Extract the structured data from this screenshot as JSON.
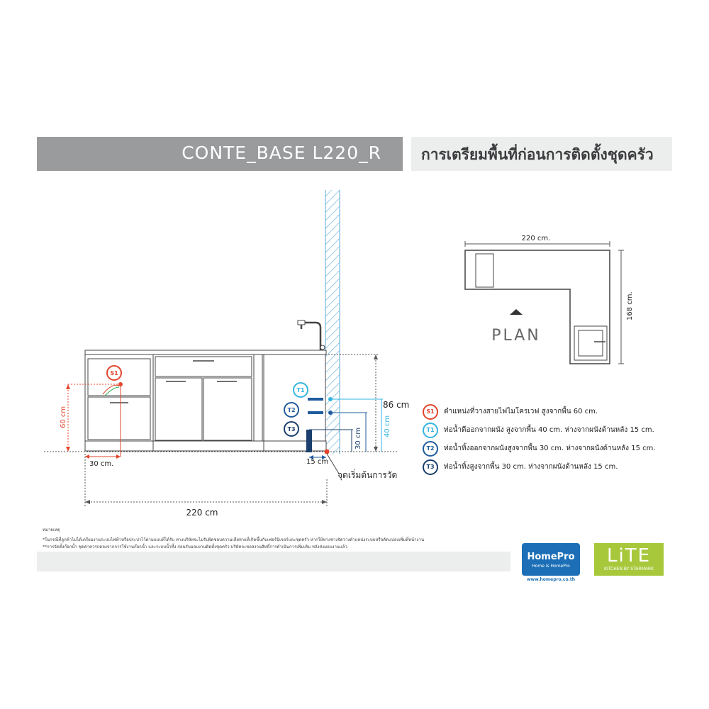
{
  "header": {
    "model": "CONTE_BASE L220_R",
    "title_th": "การเตรียมพื้นที่ก่อนการติดตั้งชุดครัว"
  },
  "elevation": {
    "width_label": "220 cm",
    "height_label": "86 cm",
    "socket_height_label": "60 cm",
    "socket_offset_label": "30 cm.",
    "wall_offset_label": "15 cm",
    "t1_height_label": "40 cm",
    "t2_height_label": "30 cm",
    "start_point_label": "จุดเริ่มต้นการวัด"
  },
  "markers": {
    "s1": "S1",
    "t1": "T1",
    "t2": "T2",
    "t3": "T3"
  },
  "plan": {
    "width_label": "220 cm.",
    "depth_label": "168 cm.",
    "label": "PLAN"
  },
  "legend": [
    {
      "id": "S1",
      "color": "#e2452c",
      "text": "ตำแหน่งที่วางสายไฟไมโครเวฟ สูงจากพื้น 60 cm."
    },
    {
      "id": "T1",
      "color": "#33b5e0",
      "text": "ท่อน้ำดีออกจากผนัง สูงจากพื้น 40 cm. ห่างจากผนังด้านหลัง 15 cm."
    },
    {
      "id": "T2",
      "color": "#1f5c9e",
      "text": "ท่อน้ำทิ้งออกจากผนังสูงจากพื้น 30 cm. ห่างจากผนังด้านหลัง 15 cm."
    },
    {
      "id": "T3",
      "color": "#1b3f6e",
      "text": "ท่อน้ำทิ้งสูงจากพื้น 30 cm. ห่างจากผนังด้านหลัง 15 cm."
    }
  ],
  "notes": {
    "title": "หมายเหตุ",
    "lines": [
      "*ในกรณีที่ลูกค้าไม่ได้เตรียมงานระบบไฟฟ้าหรือประปาไว้ตามแบบที่ได้รับ ทางบริษัทจะไม่รับผิดชอบความเสียหายที่เกิดขึ้นกับเฟอร์นิเจอร์และชุดครัว หากให้ทางช่างจัดวางตำแหน่งระบบหรือดัดแปลงเพิ่มที่หน้างาน",
      "**การจัดตั้งก๊อกน้ำ ชุดค่าควรกดลงจากการใช้งานก๊อกน้ำ และระบบน้ำทิ้ง ก่อนรับมอบงานติดตั้งชุดครัว บริษัทจะขอสงวนสิทธิ์การดำเนินการเพิ่มเติม หลังส่งมอบงานแล้ว"
    ]
  },
  "brands": {
    "homepro": "HomePro",
    "homepro_tag": "Home is HomePro",
    "homepro_url": "www.homepro.co.th",
    "lite": "LiTE",
    "lite_tag": "KITCHEN BY STARMARK"
  },
  "colors": {
    "red": "#e2452c",
    "cyan": "#33b5e0",
    "blue": "#1f5c9e",
    "navy": "#1b3f6e",
    "header_gray": "#9a9b9d",
    "light_gray": "#eceded",
    "homepro_blue": "#1c6fb6",
    "lite_green": "#a8c83c"
  }
}
